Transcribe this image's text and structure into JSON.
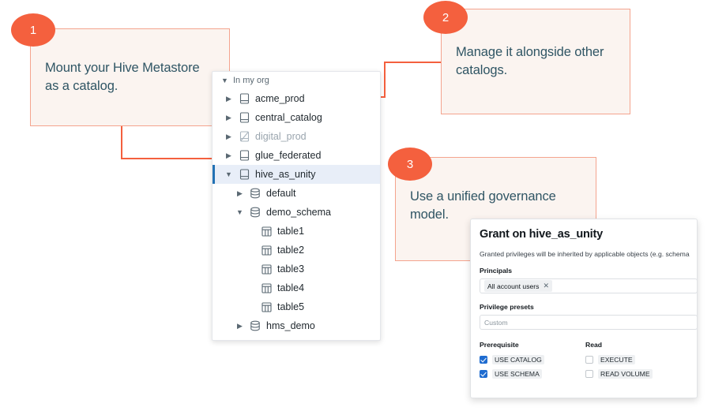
{
  "callouts": [
    {
      "number": "1",
      "text": "Mount your Hive Metastore as a catalog."
    },
    {
      "number": "2",
      "text": "Manage it alongside other catalogs."
    },
    {
      "number": "3",
      "text": "Use a unified governance model."
    }
  ],
  "tree": {
    "header": "In my org",
    "items": [
      {
        "label": "acme_prod",
        "icon": "catalog-icon",
        "chevron": "right",
        "indent": 0,
        "state": "normal"
      },
      {
        "label": "central_catalog",
        "icon": "catalog-icon",
        "chevron": "right",
        "indent": 0,
        "state": "normal"
      },
      {
        "label": "digital_prod",
        "icon": "catalog-disabled-icon",
        "chevron": "right",
        "indent": 0,
        "state": "muted"
      },
      {
        "label": "glue_federated",
        "icon": "catalog-icon",
        "chevron": "right",
        "indent": 0,
        "state": "normal"
      },
      {
        "label": "hive_as_unity",
        "icon": "catalog-icon",
        "chevron": "down",
        "indent": 0,
        "state": "selected"
      },
      {
        "label": "default",
        "icon": "schema-icon",
        "chevron": "right",
        "indent": 1,
        "state": "normal"
      },
      {
        "label": "demo_schema",
        "icon": "schema-icon",
        "chevron": "down",
        "indent": 1,
        "state": "normal"
      },
      {
        "label": "table1",
        "icon": "table-icon",
        "chevron": "none",
        "indent": 2,
        "state": "normal"
      },
      {
        "label": "table2",
        "icon": "table-icon",
        "chevron": "none",
        "indent": 2,
        "state": "normal"
      },
      {
        "label": "table3",
        "icon": "table-icon",
        "chevron": "none",
        "indent": 2,
        "state": "normal"
      },
      {
        "label": "table4",
        "icon": "table-icon",
        "chevron": "none",
        "indent": 2,
        "state": "normal"
      },
      {
        "label": "table5",
        "icon": "table-icon",
        "chevron": "none",
        "indent": 2,
        "state": "normal"
      },
      {
        "label": "hms_demo",
        "icon": "schema-icon",
        "chevron": "right",
        "indent": 1,
        "state": "normal"
      }
    ]
  },
  "dialog": {
    "title": "Grant on hive_as_unity",
    "note": "Granted privileges will be inherited by applicable objects (e.g. schema",
    "principals_label": "Principals",
    "principal_chip": "All account users",
    "chip_remove": "✕",
    "presets_label": "Privilege presets",
    "presets_value": "Custom",
    "columns": [
      {
        "head": "Prerequisite",
        "items": [
          {
            "label": "USE CATALOG",
            "checked": true
          },
          {
            "label": "USE SCHEMA",
            "checked": true
          }
        ]
      },
      {
        "head": "Read",
        "items": [
          {
            "label": "EXECUTE",
            "checked": false
          },
          {
            "label": "READ VOLUME",
            "checked": false
          }
        ]
      }
    ]
  },
  "colors": {
    "accent": "#f4603e",
    "callout_bg": "#fbf4f0",
    "callout_border": "#f4a48e",
    "callout_text": "#2f5564",
    "selected_row_bg": "#e8eef8",
    "selected_row_bar": "#2272b4",
    "checkbox_on": "#1f6cd0"
  }
}
